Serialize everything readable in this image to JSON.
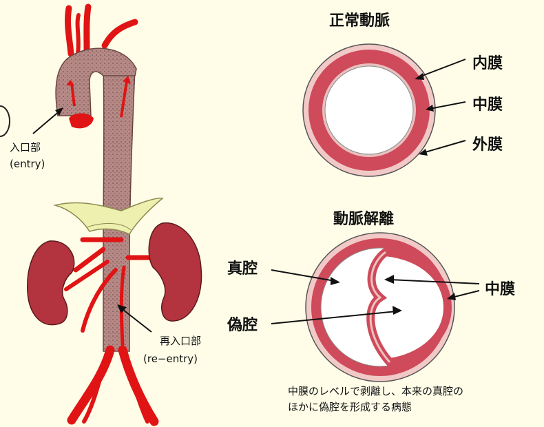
{
  "figure": {
    "aorta_labels": {
      "entry_jp": "入口部",
      "entry_en": "(entry)",
      "reentry_jp": "再入口部",
      "reentry_en": "(re−entry)"
    },
    "normal_artery": {
      "title": "正常動脈",
      "layers": [
        "内膜",
        "中膜",
        "外膜"
      ]
    },
    "dissection": {
      "title": "動脈解離",
      "true_lumen": "真腔",
      "false_lumen": "偽腔",
      "media": "中膜"
    },
    "caption": {
      "line1": "中膜のレベルで剥離し、本来の真腔の",
      "line2": "ほかに偽腔を形成する病態"
    }
  },
  "colors": {
    "background": "#fffde8",
    "vessel_red": "#cf4a5a",
    "kidney_red": "#b3333e",
    "artery_red": "#e01414",
    "aorta_brown": "#b07f7c",
    "diaphragm_yellow": "#eef0b0"
  }
}
